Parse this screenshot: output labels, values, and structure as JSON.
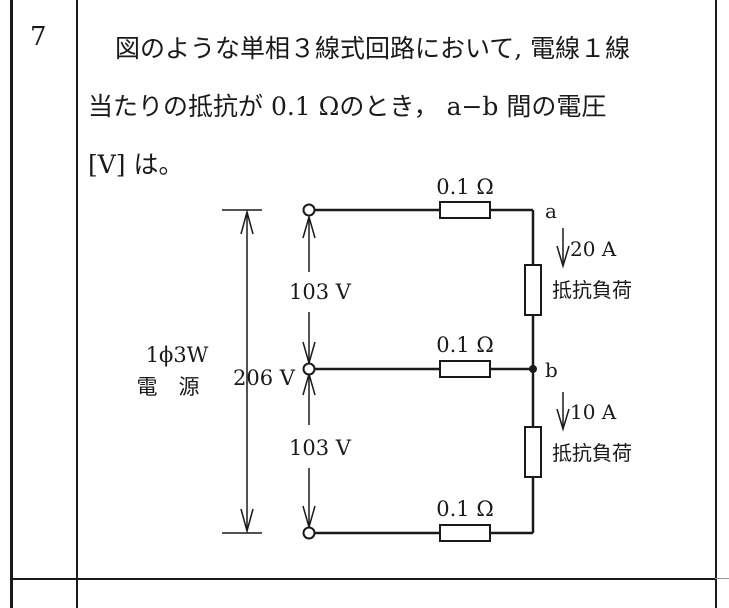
{
  "question": {
    "number": "7",
    "text_line1": "図のような単相３線式回路において, 電線１線",
    "text_line2": "当たりの抵抗が 0.1 Ωのとき， a−b 間の電圧",
    "text_line3": "[V] は。"
  },
  "circuit": {
    "source_label_line1": "1ϕ3W",
    "source_label_line2": "電　源",
    "total_voltage": "206 V",
    "upper_voltage": "103 V",
    "lower_voltage": "103 V",
    "wire_resistance_top": "0.1 Ω",
    "wire_resistance_mid": "0.1 Ω",
    "wire_resistance_bot": "0.1 Ω",
    "node_a": "a",
    "node_b": "b",
    "upper_current": "20 A",
    "upper_load": "抵抗負荷",
    "lower_current": "10 A",
    "lower_load": "抵抗負荷"
  }
}
